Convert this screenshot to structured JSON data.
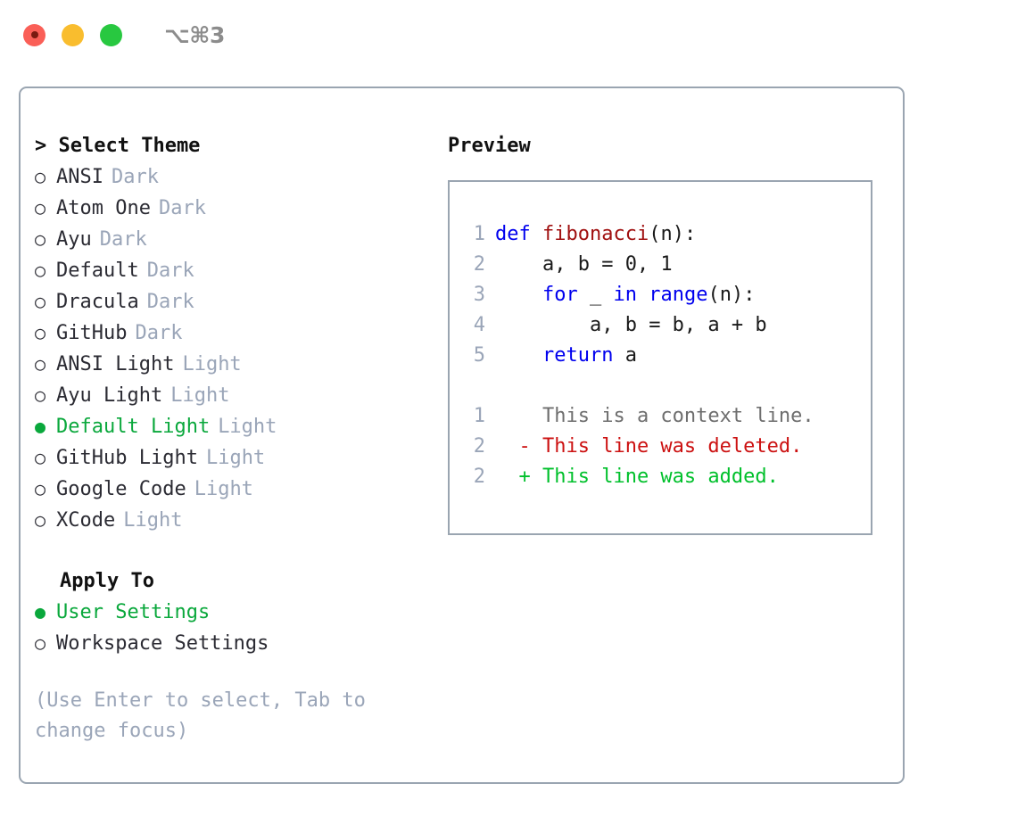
{
  "window": {
    "title": "⌥⌘3",
    "traffic_lights": [
      "close",
      "minimize",
      "maximize"
    ],
    "colors": {
      "close": "#fa5f57",
      "minimize": "#f9bd2e",
      "maximize": "#28c840",
      "panel_border": "#9aa5b1",
      "accent_green": "#0aa83c",
      "muted": "#9aa5b8",
      "keyword_blue": "#0000ee",
      "function_red": "#a01010",
      "diff_add": "#00c02b",
      "diff_del": "#cc1111"
    }
  },
  "theme_picker": {
    "header": "> Select Theme",
    "bullets": {
      "selected": "●",
      "unselected": "○"
    },
    "items": [
      {
        "name": "ANSI",
        "tag": "Dark",
        "selected": false
      },
      {
        "name": "Atom One",
        "tag": "Dark",
        "selected": false
      },
      {
        "name": "Ayu",
        "tag": "Dark",
        "selected": false
      },
      {
        "name": "Default",
        "tag": "Dark",
        "selected": false
      },
      {
        "name": "Dracula",
        "tag": "Dark",
        "selected": false
      },
      {
        "name": "GitHub",
        "tag": "Dark",
        "selected": false
      },
      {
        "name": "ANSI Light",
        "tag": "Light",
        "selected": false
      },
      {
        "name": "Ayu Light",
        "tag": "Light",
        "selected": false
      },
      {
        "name": "Default Light",
        "tag": "Light",
        "selected": true
      },
      {
        "name": "GitHub Light",
        "tag": "Light",
        "selected": false
      },
      {
        "name": "Google Code",
        "tag": "Light",
        "selected": false
      },
      {
        "name": "XCode",
        "tag": "Light",
        "selected": false
      }
    ]
  },
  "apply_to": {
    "header": "Apply To",
    "items": [
      {
        "name": "User Settings",
        "selected": true
      },
      {
        "name": "Workspace Settings",
        "selected": false
      }
    ]
  },
  "hint": "(Use Enter to select, Tab to change focus)",
  "preview": {
    "title": "Preview",
    "code_lines": [
      {
        "no": "1",
        "indent": "",
        "tokens": [
          {
            "t": "def",
            "c": "kw"
          },
          {
            "t": " ",
            "c": ""
          },
          {
            "t": "fibonacci",
            "c": "fn"
          },
          {
            "t": "(n):",
            "c": ""
          }
        ]
      },
      {
        "no": "2",
        "indent": "    ",
        "tokens": [
          {
            "t": "a, b = 0, 1",
            "c": ""
          }
        ]
      },
      {
        "no": "3",
        "indent": "    ",
        "tokens": [
          {
            "t": "for",
            "c": "kw"
          },
          {
            "t": " _ ",
            "c": ""
          },
          {
            "t": "in",
            "c": "kw"
          },
          {
            "t": " ",
            "c": ""
          },
          {
            "t": "range",
            "c": "kw"
          },
          {
            "t": "(n):",
            "c": ""
          }
        ]
      },
      {
        "no": "4",
        "indent": "        ",
        "tokens": [
          {
            "t": "a, b = b, a + b",
            "c": ""
          }
        ]
      },
      {
        "no": "5",
        "indent": "    ",
        "tokens": [
          {
            "t": "return",
            "c": "kw"
          },
          {
            "t": " a",
            "c": ""
          }
        ]
      }
    ],
    "diff_lines": [
      {
        "no": "1",
        "marker": " ",
        "text": "This is a context line.",
        "kind": "ctx"
      },
      {
        "no": "2",
        "marker": "-",
        "text": "This line was deleted.",
        "kind": "del"
      },
      {
        "no": "2",
        "marker": "+",
        "text": "This line was added.",
        "kind": "add"
      }
    ]
  }
}
